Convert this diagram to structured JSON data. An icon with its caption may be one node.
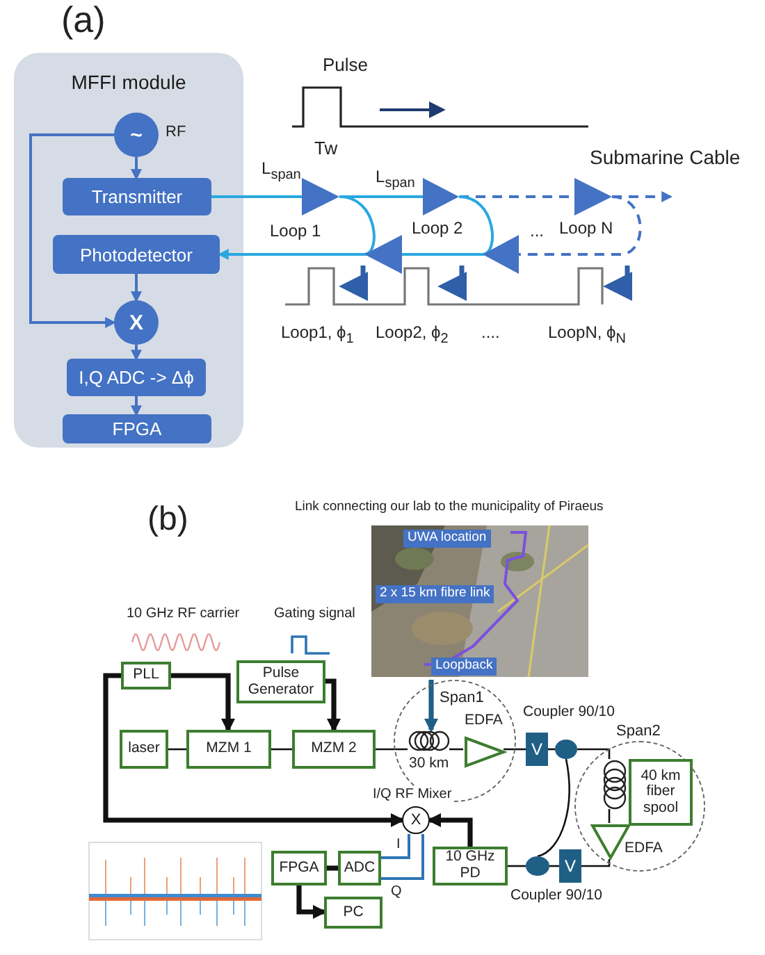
{
  "diagram": {
    "nodes": [
      {
        "text": [
          "MFFI module"
        ]
      },
      {
        "text": [
          "~"
        ],
        "in": 0,
        "beside": [
          "RF"
        ]
      },
      {
        "text": [
          "Transmitter"
        ],
        "in": 0
      },
      {
        "text": [
          "Photodetector"
        ],
        "in": 0
      },
      {
        "text": [
          "X"
        ],
        "in": 0
      },
      {
        "text": [
          "I,Q ADC -> Δϕ"
        ],
        "in": 0
      },
      {
        "text": [
          "FPGA"
        ],
        "in": 0
      },
      {
        "text": [],
        "shape": "triangle"
      },
      {
        "text": [],
        "shape": "triangle"
      },
      {
        "text": [],
        "shape": "triangle"
      },
      {
        "text": [],
        "shape": "triangle"
      },
      {
        "text": [],
        "shape": "triangle"
      },
      {
        "text": [
          "PLL"
        ]
      },
      {
        "text": [
          "Pulse Generator"
        ]
      },
      {
        "text": [
          "laser"
        ]
      },
      {
        "text": [
          "MZM 1"
        ]
      },
      {
        "text": [
          "MZM 2"
        ]
      },
      {
        "text": [
          "Span1"
        ]
      },
      {
        "text": [],
        "shape": "coil",
        "in": 17,
        "beside": [
          "30 km"
        ]
      },
      {
        "text": [
          "EDFA"
        ],
        "in": 17
      },
      {
        "text": [
          "V"
        ]
      },
      {
        "text": [],
        "shape": "ellipse",
        "beside": [
          "Coupler 90/10"
        ]
      },
      {
        "text": [
          "Span2"
        ]
      },
      {
        "text": [],
        "shape": "coil",
        "in": 22
      },
      {
        "text": [
          "40 km fiber spool"
        ],
        "in": 22
      },
      {
        "text": [
          "EDFA"
        ],
        "in": 22
      },
      {
        "text": [
          "V"
        ]
      },
      {
        "text": [],
        "shape": "ellipse",
        "beside": [
          "Coupler 90/10"
        ]
      },
      {
        "text": [
          "10 GHz PD"
        ]
      },
      {
        "text": [
          "X"
        ],
        "beside": [
          "I/Q RF Mixer"
        ]
      },
      {
        "text": [
          "ADC"
        ]
      },
      {
        "text": [
          "FPGA"
        ]
      },
      {
        "text": [
          "PC"
        ]
      }
    ],
    "edges": [
      {
        "from": 1,
        "to": 2,
        "arrow": "to",
        "color": "#4472c4"
      },
      {
        "from": 1,
        "to": 4,
        "arrow": "to",
        "color": "#4472c4"
      },
      {
        "from": 3,
        "to": 4,
        "arrow": "to",
        "color": "#4472c4"
      },
      {
        "from": 4,
        "to": 5,
        "arrow": "to",
        "color": "#4472c4"
      },
      {
        "from": 5,
        "to": 6,
        "arrow": "to",
        "color": "#4472c4"
      },
      {
        "from": 2,
        "to": 7,
        "arrow": "none",
        "color": "#29a8e0"
      },
      {
        "from": 7,
        "to": 8,
        "arrow": "none",
        "color": "#29a8e0"
      },
      {
        "from": 8,
        "to": 9,
        "arrow": "none",
        "style": "dashed",
        "color": "#4472c4"
      },
      {
        "from": 9,
        "to": null,
        "arrow": "to",
        "style": "dashed",
        "color": "#4472c4"
      },
      {
        "from": 9,
        "to": 11,
        "arrow": "none",
        "style": "dashed",
        "color": "#4472c4"
      },
      {
        "from": 11,
        "to": 10,
        "arrow": "none",
        "color": "#29a8e0"
      },
      {
        "from": 10,
        "to": 3,
        "arrow": "to",
        "color": "#29a8e0"
      },
      {
        "from": 7,
        "to": 10,
        "arrow": "none",
        "color": "#29a8e0"
      },
      {
        "from": 8,
        "to": 11,
        "arrow": "none",
        "color": "#29a8e0"
      },
      {
        "from": 12,
        "to": 15,
        "arrow": "to",
        "style": "thick"
      },
      {
        "from": 13,
        "to": 16,
        "arrow": "to",
        "style": "thick"
      },
      {
        "from": 14,
        "to": 15,
        "arrow": "none"
      },
      {
        "from": 15,
        "to": 16,
        "arrow": "none"
      },
      {
        "from": 16,
        "to": 18,
        "arrow": "none"
      },
      {
        "from": 18,
        "to": 19,
        "arrow": "none"
      },
      {
        "from": 19,
        "to": 20,
        "arrow": "none"
      },
      {
        "from": 20,
        "to": 21,
        "arrow": "none"
      },
      {
        "from": 21,
        "to": 23,
        "arrow": "none"
      },
      {
        "from": 23,
        "to": 25,
        "arrow": "none"
      },
      {
        "from": 25,
        "to": 26,
        "arrow": "none"
      },
      {
        "from": 26,
        "to": 27,
        "arrow": "none"
      },
      {
        "from": 21,
        "to": 27,
        "arrow": "none"
      },
      {
        "from": 27,
        "to": 28,
        "arrow": "none"
      },
      {
        "from": 28,
        "to": 29,
        "arrow": "to",
        "style": "thick"
      },
      {
        "from": 12,
        "to": 29,
        "arrow": "to",
        "style": "thick"
      },
      {
        "from": 29,
        "to": 30,
        "arrow": "none",
        "color": "#2e75b6"
      },
      {
        "from": 29,
        "to": 30,
        "arrow": "none",
        "color": "#2e75b6"
      },
      {
        "from": 30,
        "to": 31,
        "arrow": "none",
        "style": "thick"
      },
      {
        "from": 31,
        "to": 32,
        "arrow": "to",
        "style": "thick"
      },
      {
        "from": 17,
        "to": 18,
        "arrow": "to",
        "style": "thick",
        "color": "#1f5f85"
      }
    ],
    "labels": [
      "(a)",
      "Pulse",
      "Tw",
      "L$_{span}$",
      "L$_{span}$",
      "Submarine Cable",
      "Loop 1",
      "Loop 2",
      "...",
      "Loop N",
      "Loop1, ϕ$_{1}$",
      "Loop2, ϕ$_{2}$",
      "....",
      "LoopN, ϕ$_{N}$",
      "(b)",
      "Link connecting our lab to the municipality of Piraeus",
      "UWA location",
      "2 x 15 km fibre link",
      "Loopback",
      "10 GHz RF carrier",
      "Gating signal",
      "I",
      "Q"
    ]
  }
}
